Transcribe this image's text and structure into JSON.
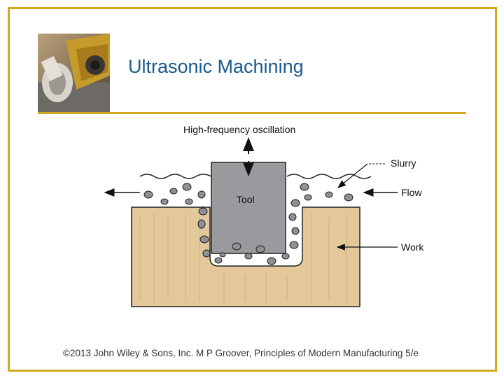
{
  "slide": {
    "title": "Ultrasonic Machining",
    "footer": "©2013 John Wiley & Sons, Inc.  M P Groover, Principles of Modern Manufacturing 5/e"
  },
  "diagram": {
    "labels": {
      "oscillation": "High-frequency oscillation",
      "slurry": "Slurry",
      "flow": "Flow",
      "tool": "Tool",
      "work": "Work"
    }
  },
  "colors": {
    "accent": "#d2a81f",
    "title": "#1a5a8e",
    "work": "#e3c89a",
    "tool": "#9a9a9e",
    "particles": "#8f8f96"
  }
}
